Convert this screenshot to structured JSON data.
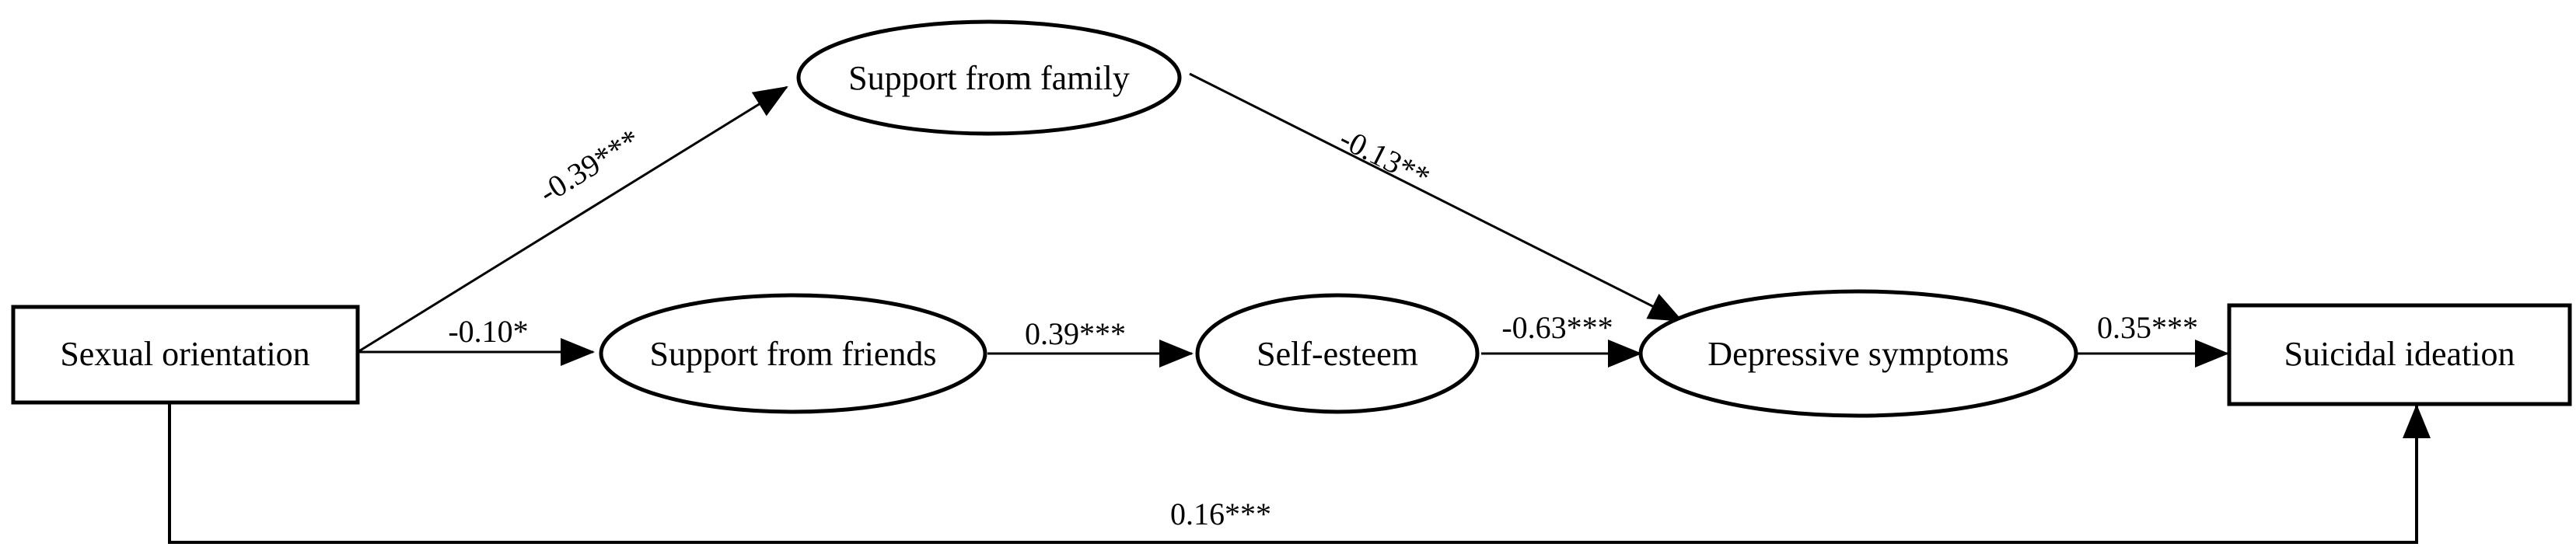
{
  "nodes": {
    "sexual_orientation": "Sexual orientation",
    "support_family": "Support from family",
    "support_friends": "Support from friends",
    "self_esteem": "Self-esteem",
    "depressive_symptoms": "Depressive symptoms",
    "suicidal_ideation": "Suicidal ideation"
  },
  "edges": {
    "orientation_to_family": "-0.39***",
    "family_to_depressive": "-0.13**",
    "orientation_to_friends": "-0.10*",
    "friends_to_selfesteem": "0.39***",
    "selfesteem_to_depressive": "-0.63***",
    "depressive_to_suicidal": "0.35***",
    "orientation_to_suicidal": "0.16***"
  },
  "colors": {
    "stroke": "#000000",
    "background": "#ffffff"
  }
}
